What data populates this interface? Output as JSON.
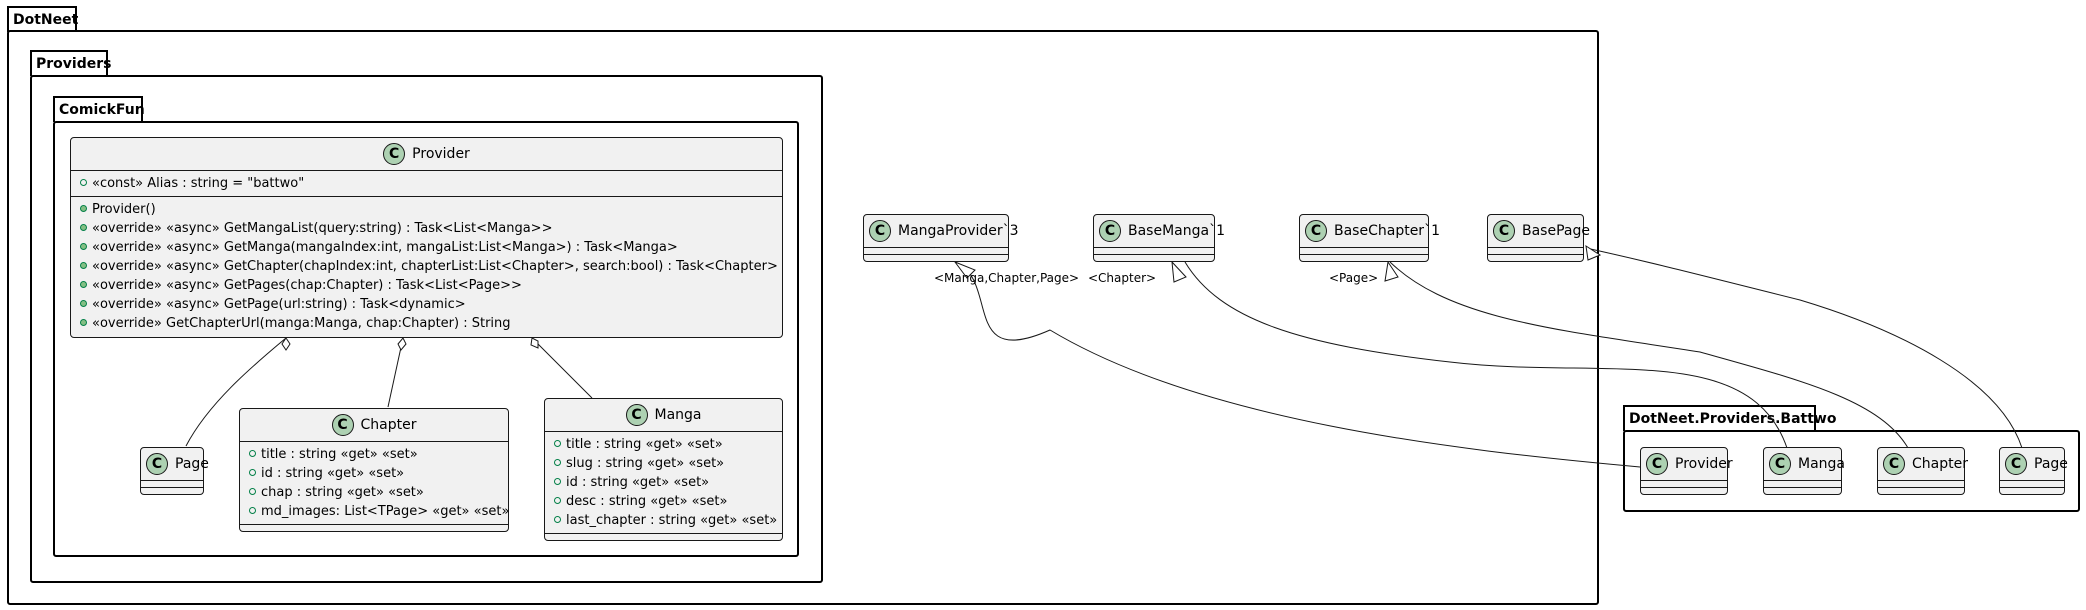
{
  "packages": {
    "dotneet": "DotNeet",
    "providers": "Providers",
    "comickfun": "ComickFun",
    "battwo": "DotNeet.Providers.Battwo"
  },
  "icon_letter": "C",
  "provider": {
    "name": "Provider",
    "fields": [
      "«const» Alias : string = \"battwo\""
    ],
    "methods": [
      "Provider()",
      "«override» «async» GetMangaList(query:string) : Task<List<Manga>>",
      "«override» «async» GetManga(mangaIndex:int, mangaList:List<Manga>) : Task<Manga>",
      "«override» «async» GetChapter(chapIndex:int, chapterList:List<Chapter>, search:bool) : Task<Chapter>",
      "«override» «async» GetPages(chap:Chapter) : Task<List<Page>>",
      "«override» «async» GetPage(url:string) : Task<dynamic>",
      "«override» GetChapterUrl(manga:Manga, chap:Chapter) : String"
    ]
  },
  "page": {
    "name": "Page"
  },
  "chapter": {
    "name": "Chapter",
    "fields": [
      "title : string «get» «set»",
      "id : string «get» «set»",
      "chap : string «get» «set»",
      "md_images: List<TPage> «get» «set»"
    ]
  },
  "manga": {
    "name": "Manga",
    "fields": [
      "title : string «get» «set»",
      "slug : string «get» «set»",
      "id : string «get» «set»",
      "desc : string «get» «set»",
      "last_chapter : string «get» «set»"
    ]
  },
  "bases": {
    "mangaprovider": "MangaProvider`3",
    "basemanga": "BaseManga`1",
    "basechapter": "BaseChapter`1",
    "basepage": "BasePage"
  },
  "generic_labels": {
    "mangaprovider": "<Manga,Chapter,Page>",
    "basemanga": "<Chapter>",
    "basechapter": "<Page>"
  },
  "battwo": {
    "provider": "Provider",
    "manga": "Manga",
    "chapter": "Chapter",
    "page": "Page"
  }
}
